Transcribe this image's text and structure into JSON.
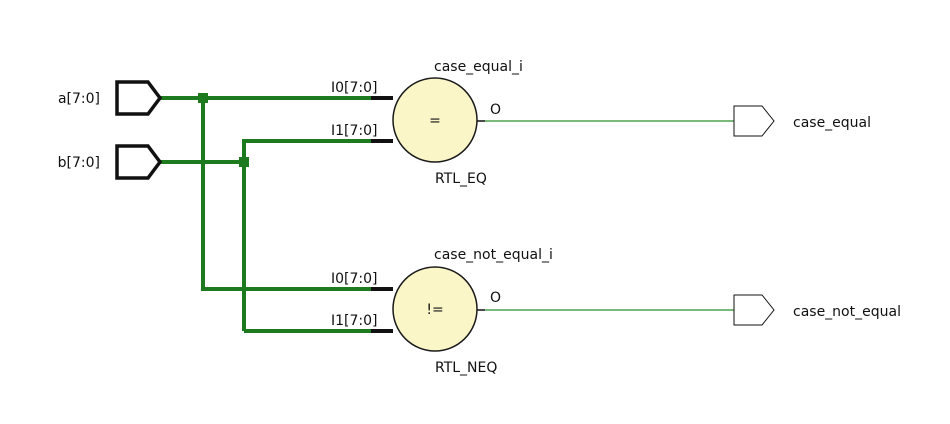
{
  "colors": {
    "bus_wire": "#1e7a1e",
    "net_wire": "#2f8f2f",
    "cell_fill": "#fbf6c8",
    "cell_stroke": "#1a1a1a",
    "pin_stub": "#111111",
    "background": "#ffffff"
  },
  "inputs": [
    {
      "name": "a[7:0]"
    },
    {
      "name": "b[7:0]"
    }
  ],
  "outputs": [
    {
      "name": "case_equal"
    },
    {
      "name": "case_not_equal"
    }
  ],
  "cells": [
    {
      "instance": "case_equal_i",
      "type": "RTL_EQ",
      "symbol": "=",
      "in0": "I0[7:0]",
      "in1": "I1[7:0]",
      "out": "O"
    },
    {
      "instance": "case_not_equal_i",
      "type": "RTL_NEQ",
      "symbol": "!=",
      "in0": "I0[7:0]",
      "in1": "I1[7:0]",
      "out": "O"
    }
  ]
}
